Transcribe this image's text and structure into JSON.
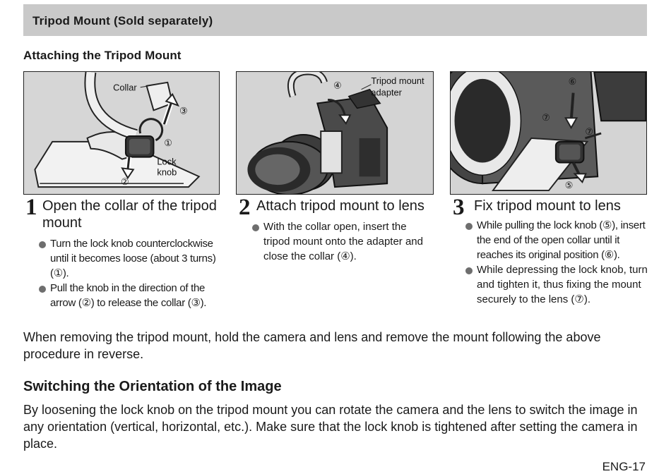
{
  "section_title": "Tripod Mount (Sold separately)",
  "subsection_title": "Attaching the Tripod Mount",
  "figures": {
    "fig1": {
      "labels": {
        "collar": "Collar",
        "lock1": "Lock",
        "lock2": "knob",
        "c1": "①",
        "c2": "②",
        "c3": "③"
      }
    },
    "fig2": {
      "labels": {
        "adapter1": "Tripod mount",
        "adapter2": "adapter",
        "c4": "④"
      }
    },
    "fig3": {
      "labels": {
        "c5": "⑤",
        "c6": "⑥",
        "c7a": "⑦",
        "c7b": "⑦"
      }
    }
  },
  "steps": [
    {
      "number": "1",
      "title": "Open the collar of the tripod mount",
      "bullets": [
        "Turn the lock knob counterclockwise until it becomes loose (about 3 turns) (①).",
        "Pull the knob in the direction of the arrow (②) to release the collar (③)."
      ]
    },
    {
      "number": "2",
      "title": "Attach tripod mount to lens",
      "bullets": [
        "With the collar open, insert the tripod mount onto the adapter and close the collar (④)."
      ]
    },
    {
      "number": "3",
      "title": "Fix tripod mount to lens",
      "bullets": [
        "While pulling the lock knob (⑤), insert the end of the open collar until it reaches its original position (⑥).",
        "While depressing the lock knob, turn and tighten it, thus fixing the mount securely to the lens (⑦)."
      ]
    }
  ],
  "removal_note": "When removing the tripod mount, hold the camera and lens and remove the mount following the above procedure in reverse.",
  "orientation_heading": "Switching the Orientation of the Image",
  "orientation_text": "By loosening the lock knob on the tripod mount you can rotate the camera and the lens to switch the image in any orientation (vertical, horizontal, etc.). Make sure that the lock knob is tightened after setting the camera in place.",
  "page_number": "ENG-17"
}
